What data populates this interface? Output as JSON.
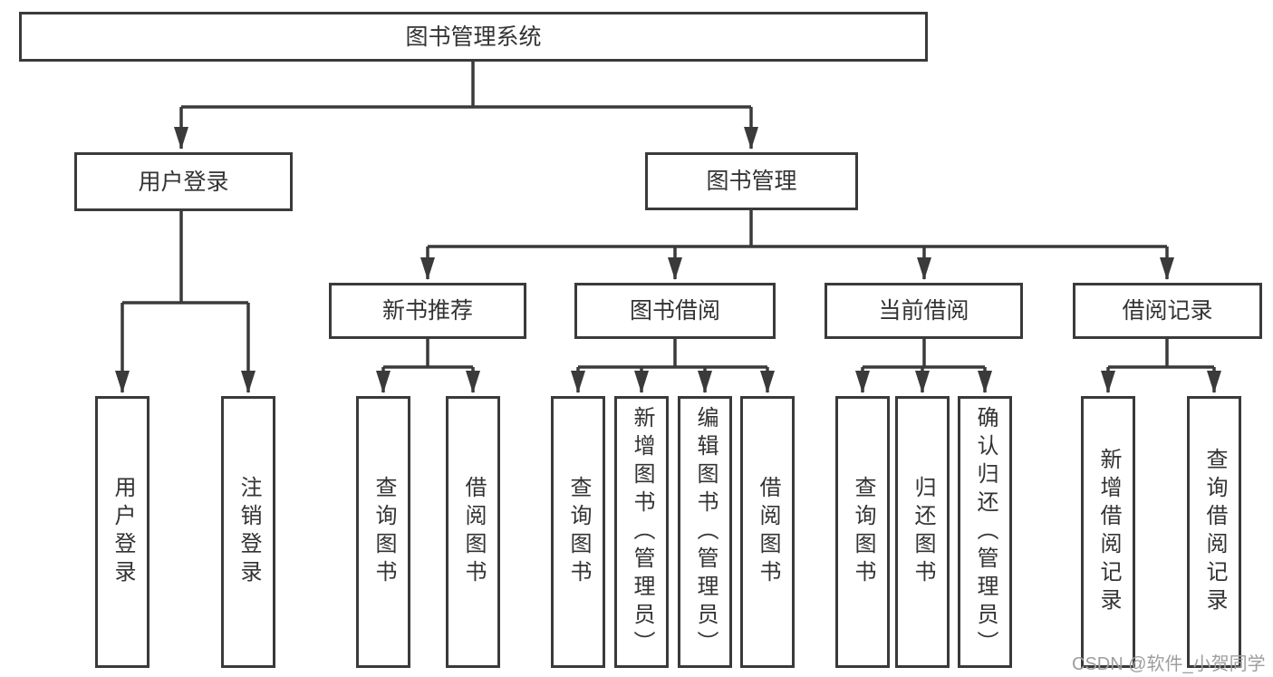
{
  "diagram_type": "hierarchy-tree",
  "tree": {
    "label": "图书管理系统",
    "children": [
      {
        "label": "用户登录",
        "children": [
          {
            "label": "用户登录"
          },
          {
            "label": "注销登录"
          }
        ]
      },
      {
        "label": "图书管理",
        "children": [
          {
            "label": "新书推荐",
            "children": [
              {
                "label": "查询图书"
              },
              {
                "label": "借阅图书"
              }
            ]
          },
          {
            "label": "图书借阅",
            "children": [
              {
                "label": "查询图书"
              },
              {
                "label": "新增图书（管理员）"
              },
              {
                "label": "编辑图书（管理员）"
              },
              {
                "label": "借阅图书"
              }
            ]
          },
          {
            "label": "当前借阅",
            "children": [
              {
                "label": "查询图书"
              },
              {
                "label": "归还图书"
              },
              {
                "label": "确认归还（管理员）"
              }
            ]
          },
          {
            "label": "借阅记录",
            "children": [
              {
                "label": "新增借阅记录"
              },
              {
                "label": "查询借阅记录"
              }
            ]
          }
        ]
      }
    ]
  },
  "watermark": "CSDN @软件_小贺同学",
  "colors": {
    "line": "#3a3a3a",
    "box_border": "#3a3a3a",
    "text": "#333333",
    "watermark": "#9e9e9e",
    "background": "#ffffff"
  }
}
